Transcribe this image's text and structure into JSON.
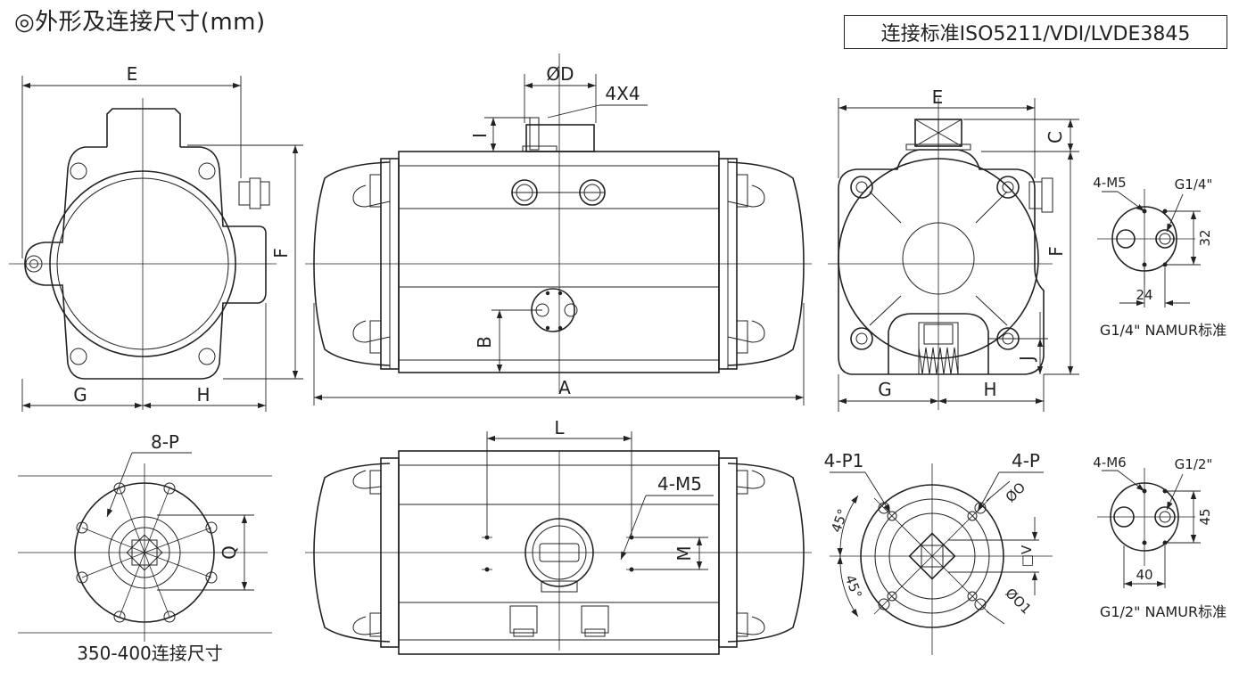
{
  "header": {
    "title": "◎外形及连接尺寸(mm)",
    "standard": "连接标准ISO5211/VDI/LVDE3845"
  },
  "front_view": {
    "label_e": "E",
    "label_f": "F",
    "label_g": "G",
    "label_h": "H"
  },
  "main_view": {
    "label_od": "ØD",
    "label_4x4": "4X4",
    "label_i": "I",
    "label_b": "B",
    "label_a": "A"
  },
  "end_view": {
    "label_e": "E",
    "label_c": "C",
    "label_f": "F",
    "label_g": "G",
    "label_h": "H",
    "label_j": "J"
  },
  "namur_quarter": {
    "label_bolts": "4-M5",
    "label_port": "G1/4\"",
    "dim_height": "32",
    "dim_width": "24",
    "caption": "G1/4\" NAMUR标准"
  },
  "bottom_left": {
    "label_bolts": "8-P",
    "label_q": "Q",
    "caption": "350-400连接尺寸"
  },
  "bottom_view": {
    "label_l": "L",
    "label_bolts": "4-M5",
    "label_m": "M"
  },
  "flange_view": {
    "label_p1": "4-P1",
    "label_p": "4-P",
    "label_o": "ØO",
    "label_o1": "ØO1",
    "label_angle_top": "45°",
    "label_angle_bottom": "45°",
    "label_v": "□V"
  },
  "namur_half": {
    "label_bolts": "4-M6",
    "label_port": "G1/2\"",
    "dim_height": "45",
    "dim_width": "40",
    "caption": "G1/2\" NAMUR标准"
  }
}
